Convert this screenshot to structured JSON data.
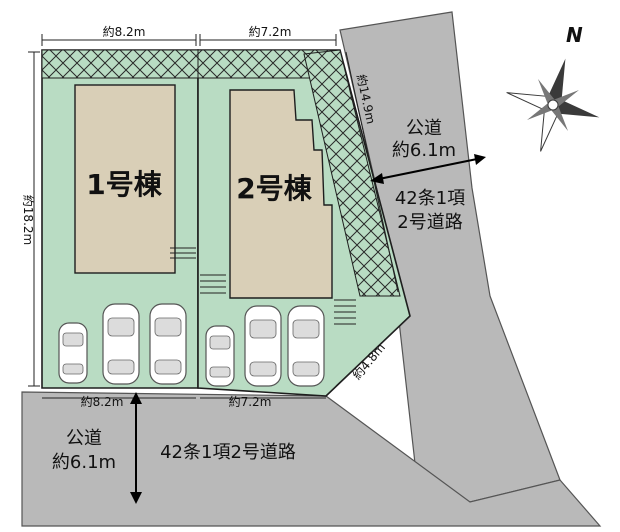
{
  "lots": {
    "lot1_width_top": "約8.2m",
    "lot2_width_top": "約7.2m",
    "lot1_width_bottom": "約8.2m",
    "lot2_width_bottom": "約7.2m",
    "depth_left": "約18.2m",
    "diagonal_edge": "約14.9m",
    "corner_edge": "約4.8m"
  },
  "buildings": {
    "building1_label": "1号棟",
    "building2_label": "2号棟"
  },
  "roads": {
    "east": {
      "title": "公道",
      "width": "約6.1m",
      "type_line1": "42条1項",
      "type_line2": "2号道路"
    },
    "south": {
      "title": "公道",
      "width": "約6.1m",
      "type": "42条1項2号道路"
    }
  },
  "compass": {
    "label": "N",
    "icon": "compass-rose-icon"
  },
  "colors": {
    "lot": "#b9dcc3",
    "building": "#d9cfb7",
    "road": "#b9b9b9"
  }
}
